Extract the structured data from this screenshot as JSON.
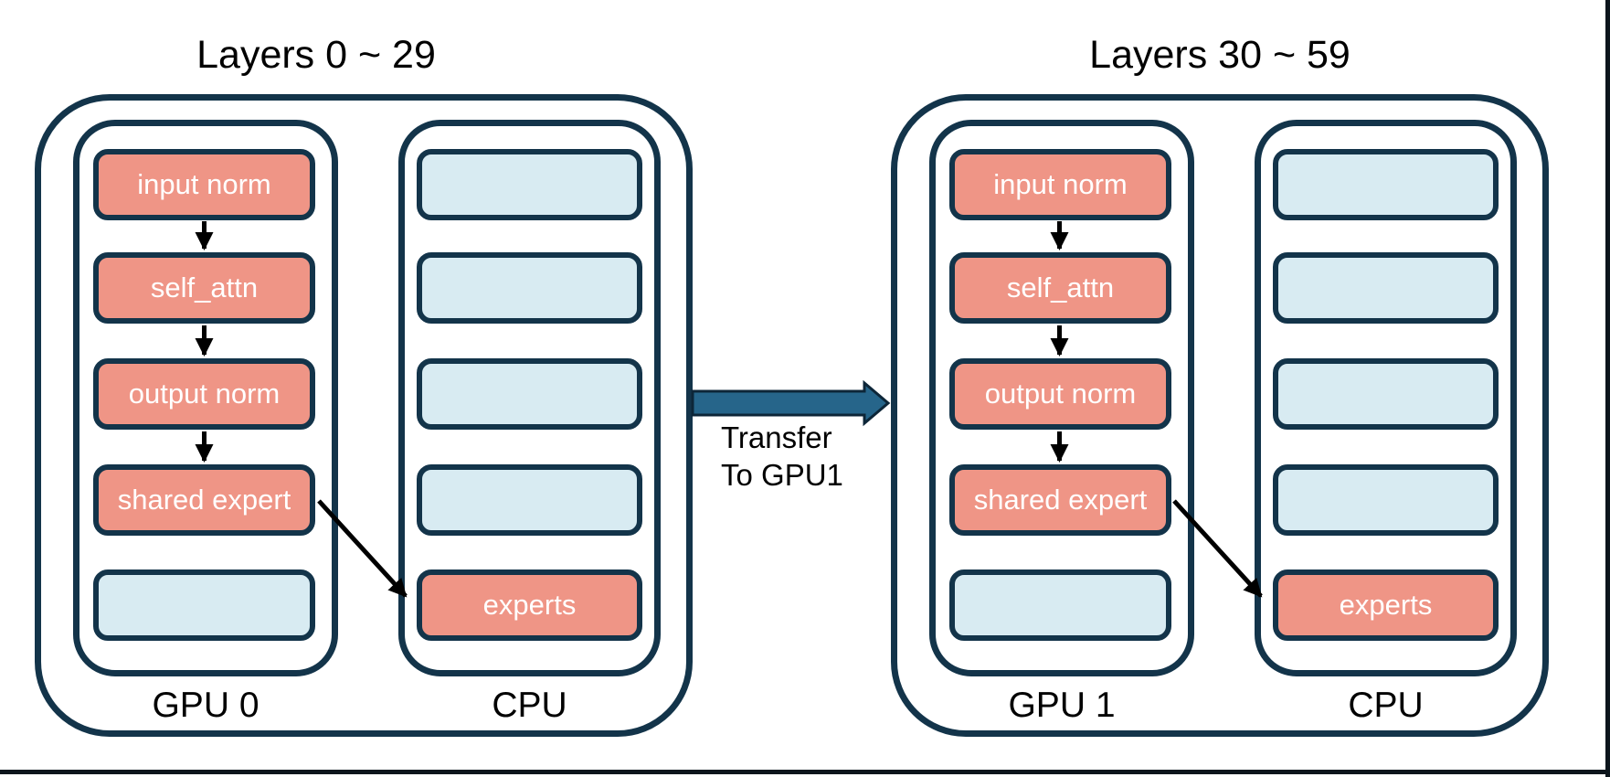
{
  "colors": {
    "navy": "#13344A",
    "salmon": "#EF9586",
    "light_blue": "#D8EBF2",
    "arrow_fill": "#26658A",
    "arrow_stroke": "#0D2638",
    "flow_arrow": "#000000",
    "edge_line": "#0C151C",
    "title_text": "#000000",
    "box_text": "#FFFFFF"
  },
  "groups": {
    "left": {
      "title": "Layers 0 ~ 29",
      "gpu_label": "GPU 0",
      "cpu_label": "CPU",
      "gpu_boxes": [
        "input norm",
        "self_attn",
        "output norm",
        "shared expert",
        ""
      ],
      "cpu_boxes": [
        "",
        "",
        "",
        "",
        "experts"
      ]
    },
    "right": {
      "title": "Layers 30 ~ 59",
      "gpu_label": "GPU 1",
      "cpu_label": "CPU",
      "gpu_boxes": [
        "input norm",
        "self_attn",
        "output norm",
        "shared expert",
        ""
      ],
      "cpu_boxes": [
        "",
        "",
        "",
        "",
        "experts"
      ]
    }
  },
  "transfer_label": {
    "line1": "Transfer",
    "line2": "To GPU1"
  }
}
